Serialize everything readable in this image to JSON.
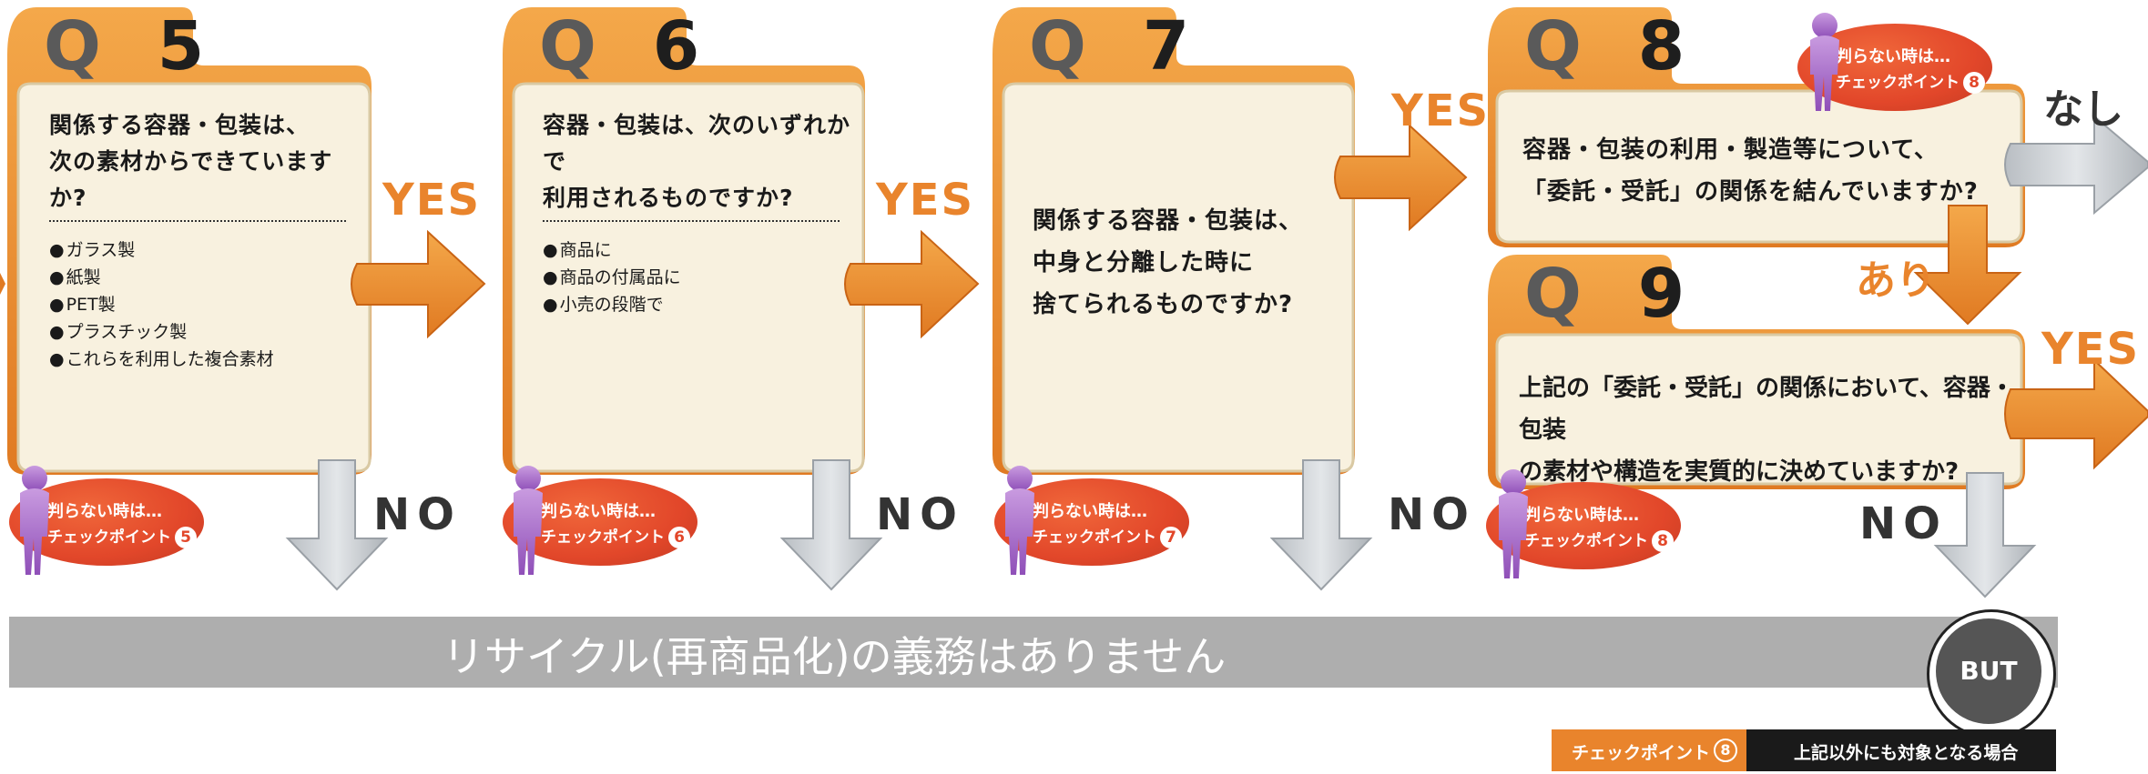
{
  "colors": {
    "orange": "#e9842c",
    "gray_arrow": "#c9cdd1",
    "panel": "#f8f1df",
    "tip": "#e2472a",
    "banner": "#aeaeae"
  },
  "questions": [
    {
      "id": "Q5",
      "letter": "Q",
      "digit": "5",
      "lines": [
        "関係する容器・包装は、",
        "次の素材からできていますか?"
      ],
      "items": [
        "ガラス製",
        "紙製",
        "PET製",
        "プラスチック製",
        "これらを利用した複合素材"
      ]
    },
    {
      "id": "Q6",
      "letter": "Q",
      "digit": "6",
      "lines": [
        "容器・包装は、次のいずれかで",
        "利用されるものですか?"
      ],
      "items": [
        "商品に",
        "商品の付属品に",
        "小売の段階で"
      ]
    },
    {
      "id": "Q7",
      "letter": "Q",
      "digit": "7",
      "lines": [
        "関係する容器・包装は、",
        "中身と分離した時に",
        "捨てられるものですか?"
      ]
    },
    {
      "id": "Q8",
      "letter": "Q",
      "digit": "8",
      "lines": [
        "容器・包装の利用・製造等について、",
        "「委託・受託」の関係を結んでいますか?"
      ]
    },
    {
      "id": "Q9",
      "letter": "Q",
      "digit": "9",
      "lines": [
        "上記の「委託・受託」の関係において、容器・包装",
        "の素材や構造を実質的に決めていますか?"
      ]
    }
  ],
  "answers": {
    "yes": "YES",
    "no": "NO",
    "none": "なし",
    "exists": "あり"
  },
  "tips": [
    {
      "line1": "判らない時は…",
      "line2": "チェックポイント",
      "num": "5"
    },
    {
      "line1": "判らない時は…",
      "line2": "チェックポイント",
      "num": "6"
    },
    {
      "line1": "判らない時は…",
      "line2": "チェックポイント",
      "num": "7"
    },
    {
      "line1": "判らない時は…",
      "line2": "チェックポイント",
      "num": "8"
    },
    {
      "line1": "判らない時は…",
      "line2": "チェックポイント",
      "num": "8"
    }
  ],
  "banner": "リサイクル(再商品化)の義務はありません",
  "but": "BUT",
  "checkpoint_bar": {
    "label": "チェックポイント",
    "num": "8",
    "text": "上記以外にも対象となる場合"
  }
}
